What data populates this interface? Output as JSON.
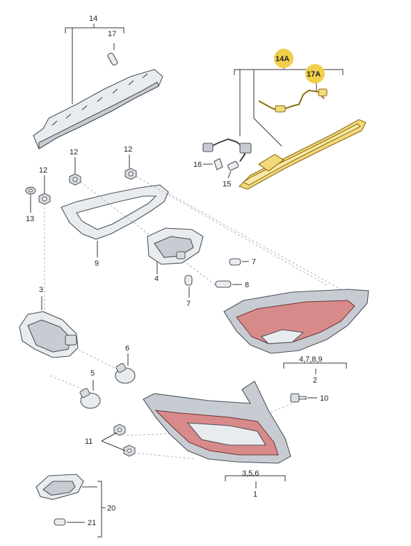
{
  "callouts": {
    "c14": "14",
    "c17": "17",
    "c14A": "14A",
    "c17A": "17A",
    "c12a": "12",
    "c12b": "12",
    "c12c": "12",
    "c16": "16",
    "c15": "15",
    "c13": "13",
    "c9": "9",
    "c4": "4",
    "c7a": "7",
    "c8": "8",
    "c7b": "7",
    "c3": "3",
    "c6": "6",
    "c5": "5",
    "c2sub": "4,7,8,9",
    "c2": "2",
    "c10": "10",
    "c11": "11",
    "c1sub": "3,5,6",
    "c1": "1",
    "c20": "20",
    "c21": "21"
  },
  "colors": {
    "highlight": "#f2cf4a",
    "line": "#333333",
    "part_fill": "#e9ecef",
    "lamp_red": "#d88a8a"
  }
}
